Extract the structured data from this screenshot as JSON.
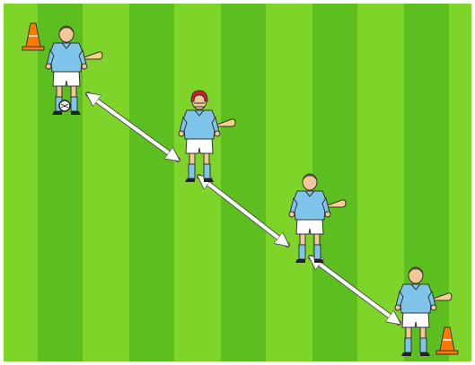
{
  "pitch": {
    "stripe_colors": [
      "#7fd42a",
      "#5cbf1f"
    ],
    "frame_color": "#ffffff"
  },
  "players": [
    {
      "id": "player-1",
      "helmet": false,
      "has_ball": true
    },
    {
      "id": "player-2",
      "helmet": true,
      "has_ball": false
    },
    {
      "id": "player-3",
      "helmet": false,
      "has_ball": false
    },
    {
      "id": "player-4",
      "helmet": false,
      "has_ball": false
    }
  ],
  "cones": [
    {
      "id": "cone-start",
      "color": "#ff7a00"
    },
    {
      "id": "cone-end",
      "color": "#ff7a00"
    }
  ],
  "arrows": [
    {
      "id": "pass-arrow-1",
      "from": "player-1",
      "to": "player-2",
      "style": "double-headed"
    },
    {
      "id": "pass-arrow-2",
      "from": "player-2",
      "to": "player-3",
      "style": "double-headed"
    },
    {
      "id": "pass-arrow-3",
      "from": "player-3",
      "to": "player-4",
      "style": "double-headed"
    }
  ],
  "colors": {
    "jersey": "#7fc4ea",
    "shorts": "#ffffff",
    "socks": "#7fc4ea",
    "helmet": "#d11f24",
    "skin": "#f2c79a",
    "hair": "#c98b2a",
    "hurley": "#f3d18a",
    "arrow": "#ffffff"
  }
}
